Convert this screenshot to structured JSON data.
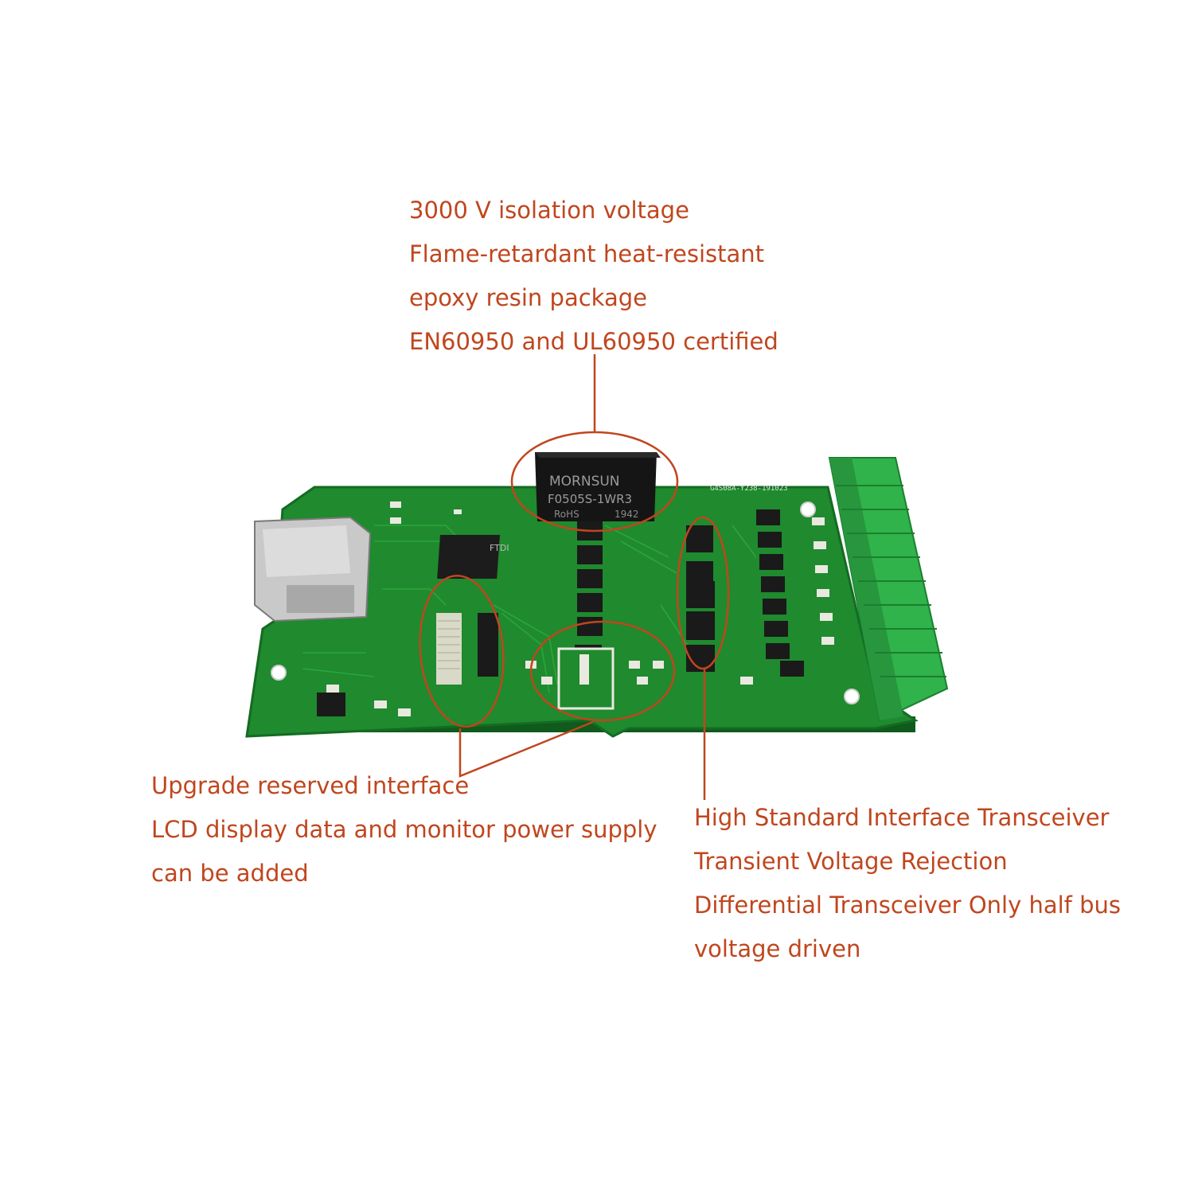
{
  "callouts": {
    "top": {
      "lines": [
        "3000 V isolation voltage",
        "Flame-retardant heat-resistant",
        "epoxy resin package",
        "EN60950 and UL60950 certified"
      ]
    },
    "left": {
      "lines": [
        "Upgrade reserved interface",
        "LCD display data and monitor power supply",
        "can be added"
      ]
    },
    "right": {
      "lines": [
        "High Standard Interface Transceiver",
        "Transient Voltage Rejection",
        "Differential Transceiver Only half bus",
        "voltage driven"
      ]
    }
  },
  "board": {
    "module_brand": "MORNSUN",
    "module_model": "F0505S-1WR3",
    "module_rohs": "RoHS",
    "module_date": "1942",
    "chip_brand": "FTDI",
    "pcb_label": "G4S08A-Y238-191023",
    "colors": {
      "pcb": "#1f8a2e",
      "pcb_dark": "#146b22",
      "terminal": "#2fb34a",
      "callout": "#c0461e",
      "usb": "#c9c9c9"
    }
  }
}
